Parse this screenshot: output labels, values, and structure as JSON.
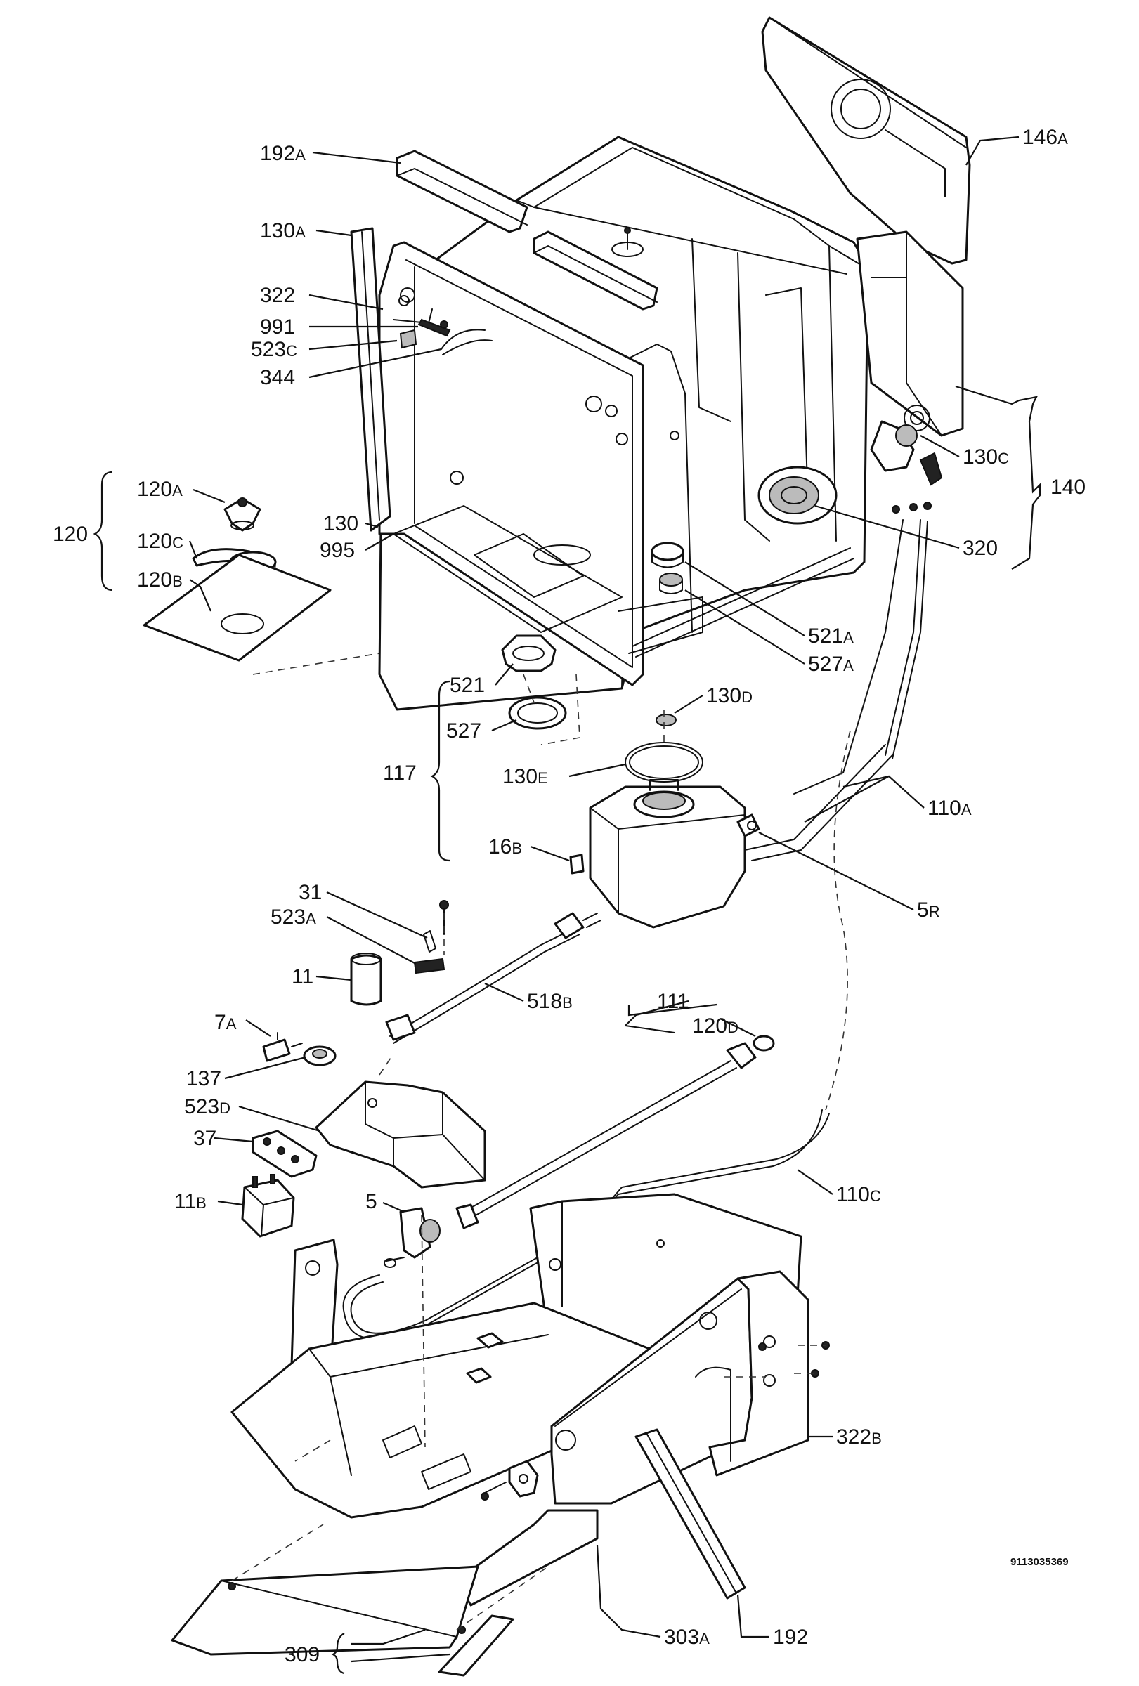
{
  "labels": {
    "l192a": {
      "num": "192",
      "suf": "A"
    },
    "l146a": {
      "num": "146",
      "suf": "A"
    },
    "l130a": {
      "num": "130",
      "suf": "A"
    },
    "l322": {
      "num": "322",
      "suf": ""
    },
    "l991": {
      "num": "991",
      "suf": ""
    },
    "l523c": {
      "num": "523",
      "suf": "C"
    },
    "l344": {
      "num": "344",
      "suf": ""
    },
    "l130c": {
      "num": "130",
      "suf": "C"
    },
    "l140": {
      "num": "140",
      "suf": ""
    },
    "l120a": {
      "num": "120",
      "suf": "A"
    },
    "l120": {
      "num": "120",
      "suf": ""
    },
    "l120c": {
      "num": "120",
      "suf": "C"
    },
    "l120b": {
      "num": "120",
      "suf": "B"
    },
    "l130": {
      "num": "130",
      "suf": ""
    },
    "l995": {
      "num": "995",
      "suf": ""
    },
    "l320": {
      "num": "320",
      "suf": ""
    },
    "l521a": {
      "num": "521",
      "suf": "A"
    },
    "l527a": {
      "num": "527",
      "suf": "A"
    },
    "l521": {
      "num": "521",
      "suf": ""
    },
    "l130d": {
      "num": "130",
      "suf": "D"
    },
    "l527": {
      "num": "527",
      "suf": ""
    },
    "l117": {
      "num": "117",
      "suf": ""
    },
    "l130e": {
      "num": "130",
      "suf": "E"
    },
    "l110a": {
      "num": "110",
      "suf": "A"
    },
    "l16b": {
      "num": "16",
      "suf": "B"
    },
    "l5r": {
      "num": "5",
      "suf": "R"
    },
    "l31": {
      "num": "31",
      "suf": ""
    },
    "l523a": {
      "num": "523",
      "suf": "A"
    },
    "l11": {
      "num": "11",
      "suf": ""
    },
    "l518b": {
      "num": "518",
      "suf": "B"
    },
    "l111": {
      "num": "111",
      "suf": ""
    },
    "l120d": {
      "num": "120",
      "suf": "D"
    },
    "l7a": {
      "num": "7",
      "suf": "A"
    },
    "l137": {
      "num": "137",
      "suf": ""
    },
    "l523d": {
      "num": "523",
      "suf": "D"
    },
    "l37": {
      "num": "37",
      "suf": ""
    },
    "l110c": {
      "num": "110",
      "suf": "C"
    },
    "l11b": {
      "num": "11",
      "suf": "B"
    },
    "l5": {
      "num": "5",
      "suf": ""
    },
    "l322b": {
      "num": "322",
      "suf": "B"
    },
    "l303a": {
      "num": "303",
      "suf": "A"
    },
    "l192": {
      "num": "192",
      "suf": ""
    },
    "l309": {
      "num": "309",
      "suf": ""
    }
  },
  "drawing_code": "9113035369",
  "colors": {
    "line": "#111111",
    "background": "#ffffff"
  }
}
